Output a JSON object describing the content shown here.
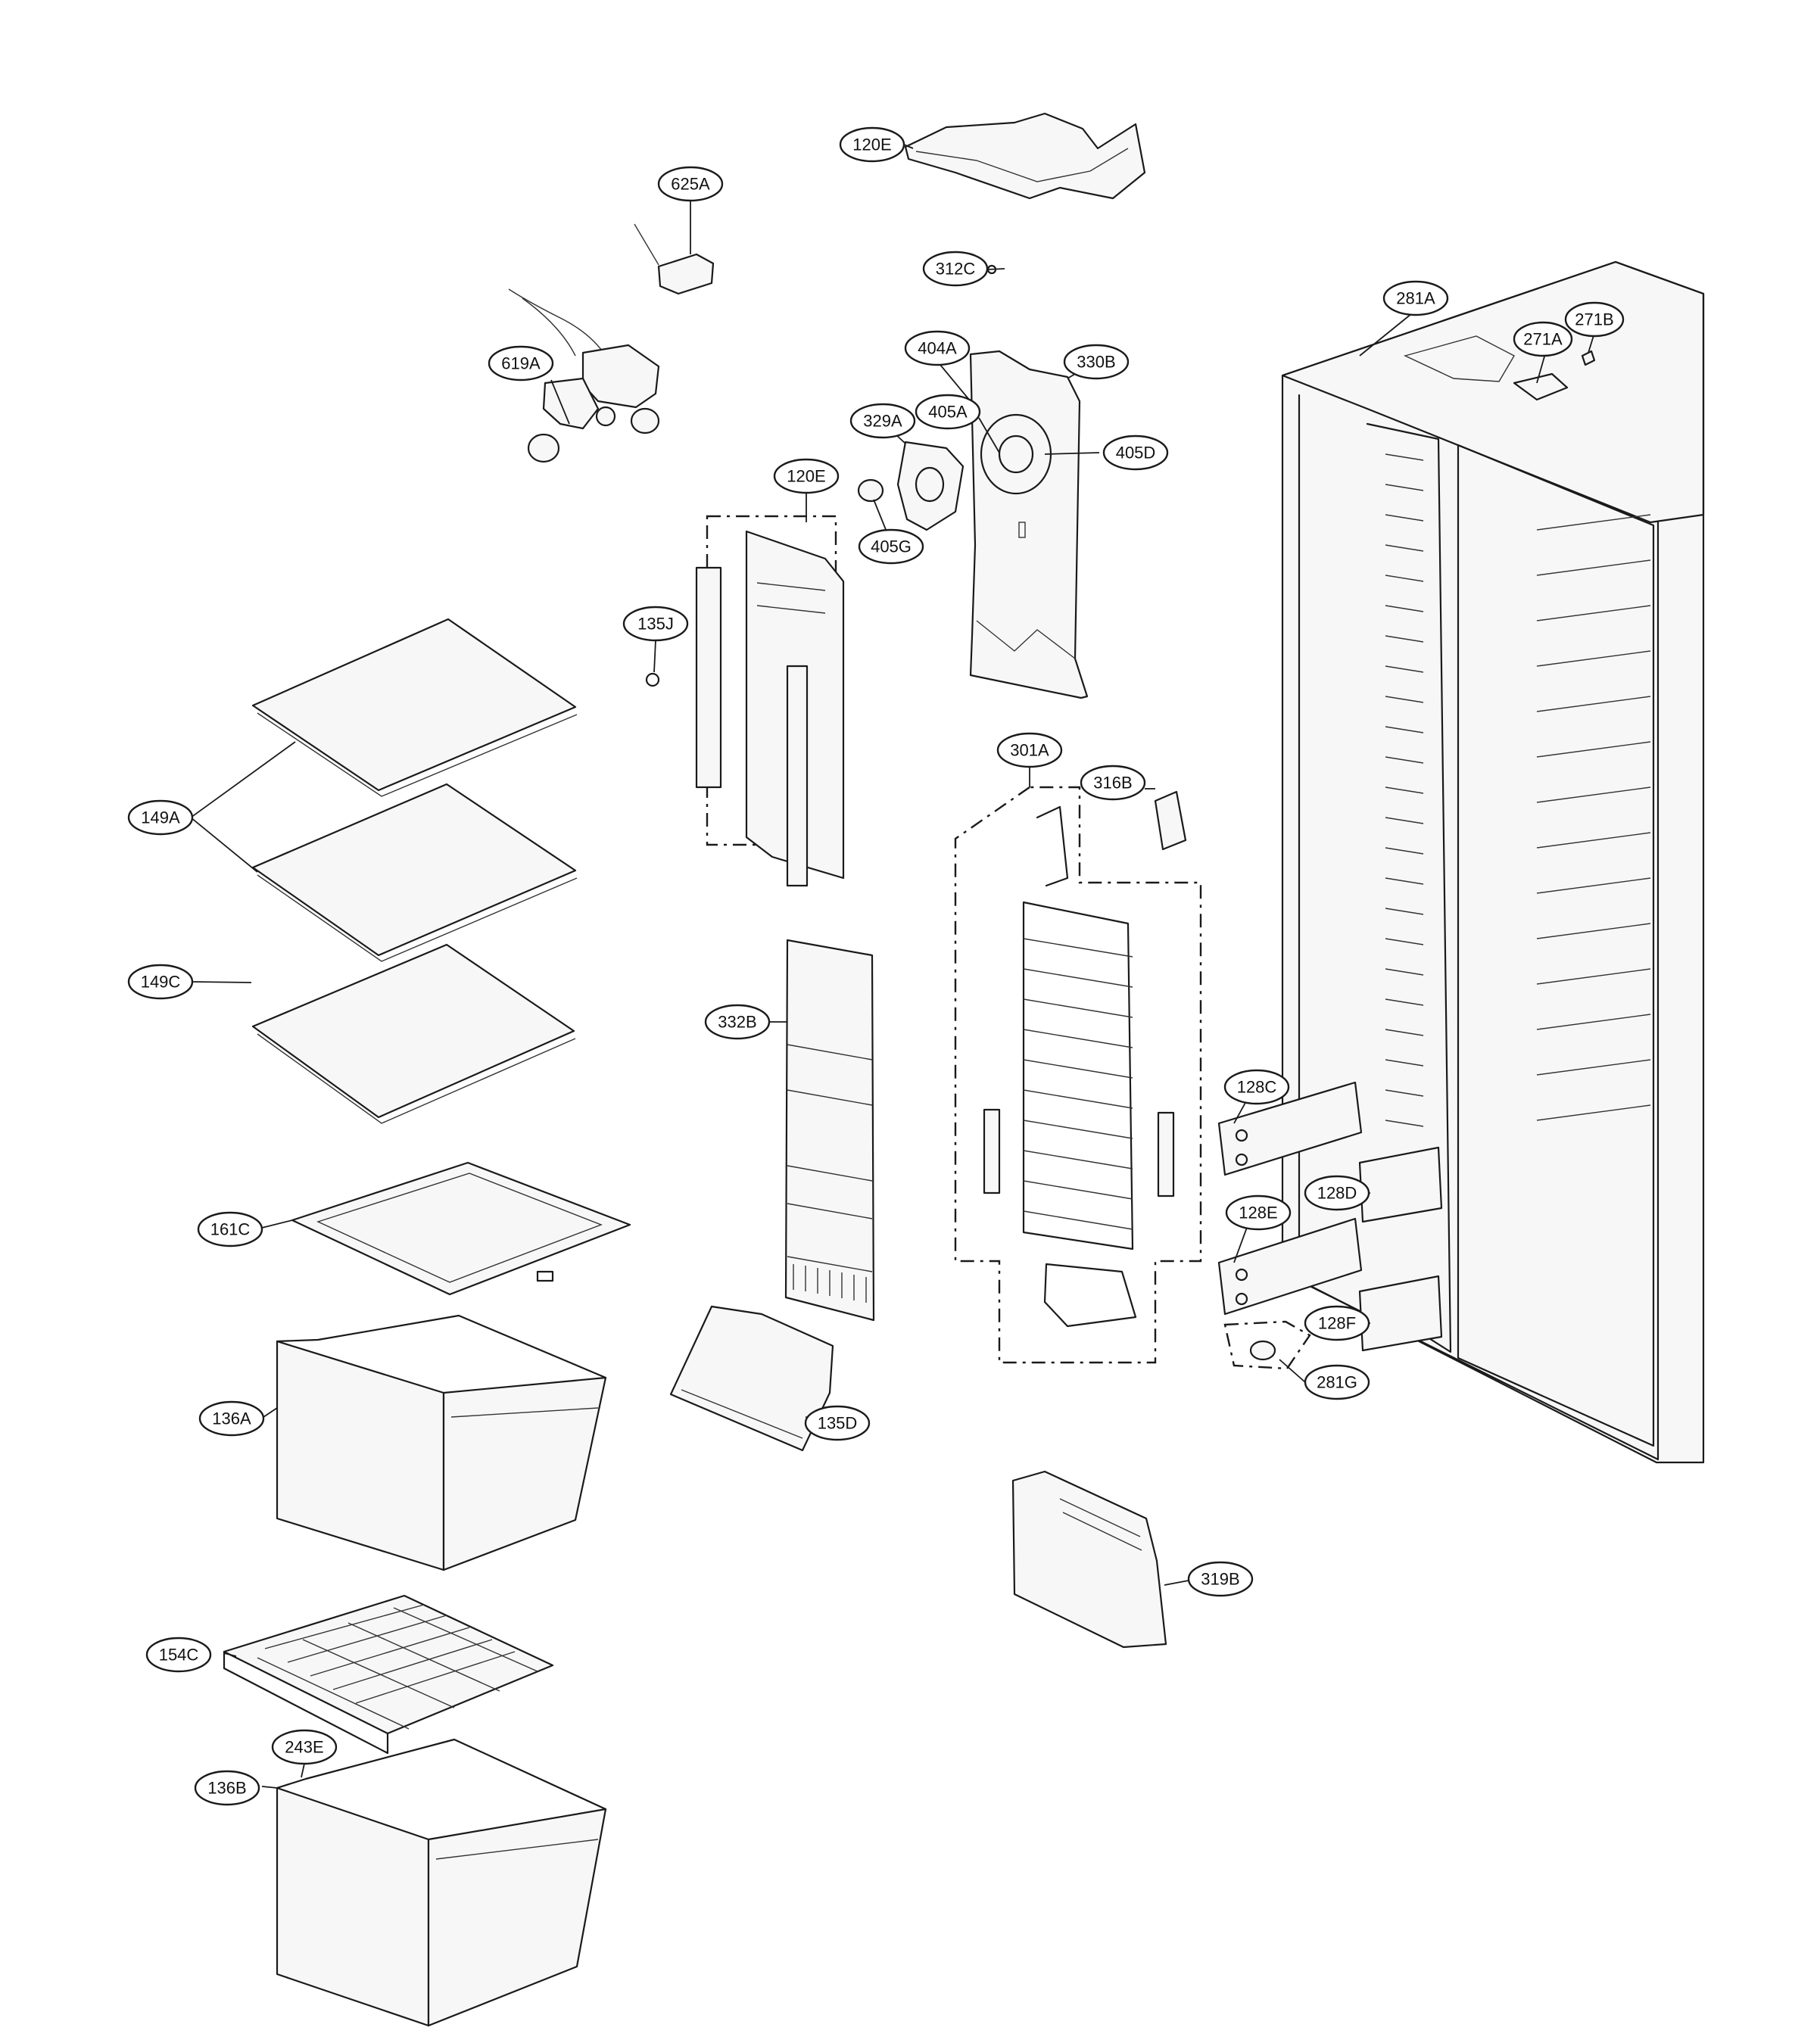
{
  "callouts": {
    "c120E_top": "120E",
    "c625A": "625A",
    "c312C": "312C",
    "c619A": "619A",
    "c404A": "404A",
    "c330B": "330B",
    "c405A": "405A",
    "c329A": "329A",
    "c405D": "405D",
    "c120E_mid": "120E",
    "c405G": "405G",
    "c135J": "135J",
    "c149A": "149A",
    "c149C": "149C",
    "c301A": "301A",
    "c316B": "316B",
    "c332B": "332B",
    "c161C": "161C",
    "c136A": "136A",
    "c135D": "135D",
    "c154C": "154C",
    "c243E": "243E",
    "c136B": "136B",
    "c319B": "319B",
    "c281A": "281A",
    "c271A": "271A",
    "c271B": "271B",
    "c128C": "128C",
    "c128D": "128D",
    "c128E": "128E",
    "c128F": "128F",
    "c281G": "281G"
  }
}
